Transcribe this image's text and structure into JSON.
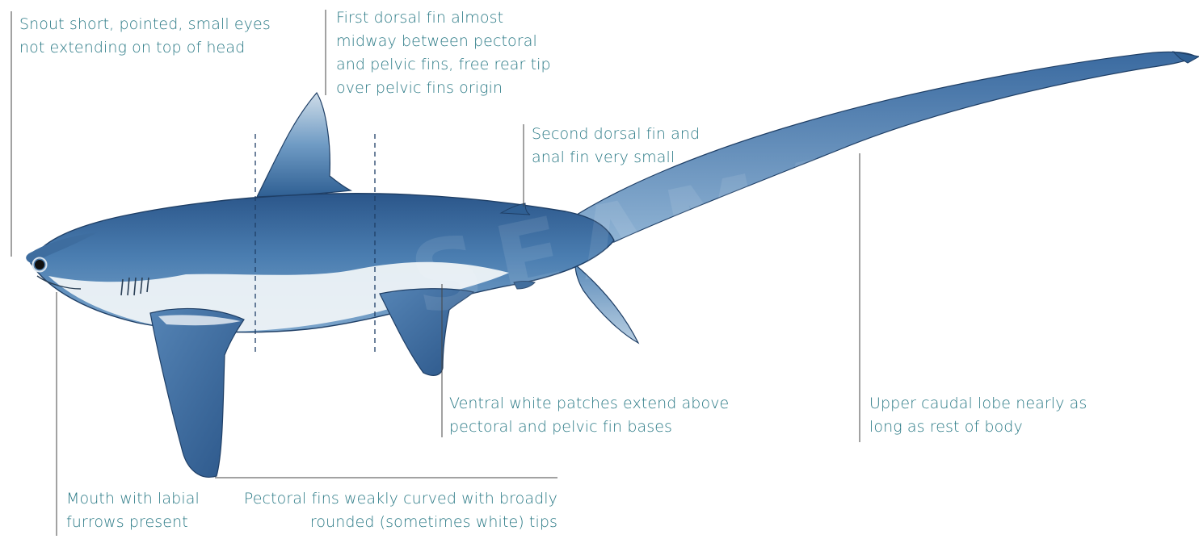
{
  "annotations": {
    "snout": {
      "lines": [
        "Snout short, pointed, small eyes",
        "not extending on top of head"
      ]
    },
    "first_dorsal": {
      "lines": [
        "First dorsal fin almost",
        "midway between pectoral",
        "and pelvic fins, free rear tip",
        "over pelvic fins origin"
      ]
    },
    "second_dorsal": {
      "lines": [
        "Second dorsal fin and",
        "anal fin very small"
      ]
    },
    "ventral": {
      "lines": [
        "Ventral white patches extend above",
        "pectoral and pelvic fin bases"
      ]
    },
    "caudal": {
      "lines": [
        "Upper caudal lobe nearly as",
        "long as rest of body"
      ]
    },
    "mouth": {
      "lines": [
        "Mouth with labial",
        "furrows present"
      ]
    },
    "pectoral": {
      "lines": [
        "Pectoral fins weakly curved with broadly",
        "rounded (sometimes white) tips"
      ]
    }
  },
  "watermark": "SEAMAP",
  "colors": {
    "label_text": "#2b7a86",
    "leader_line": "#444444",
    "body_dark": "#2f5f93",
    "body_mid": "#5b8dbb",
    "belly": "#f3f6f8"
  }
}
